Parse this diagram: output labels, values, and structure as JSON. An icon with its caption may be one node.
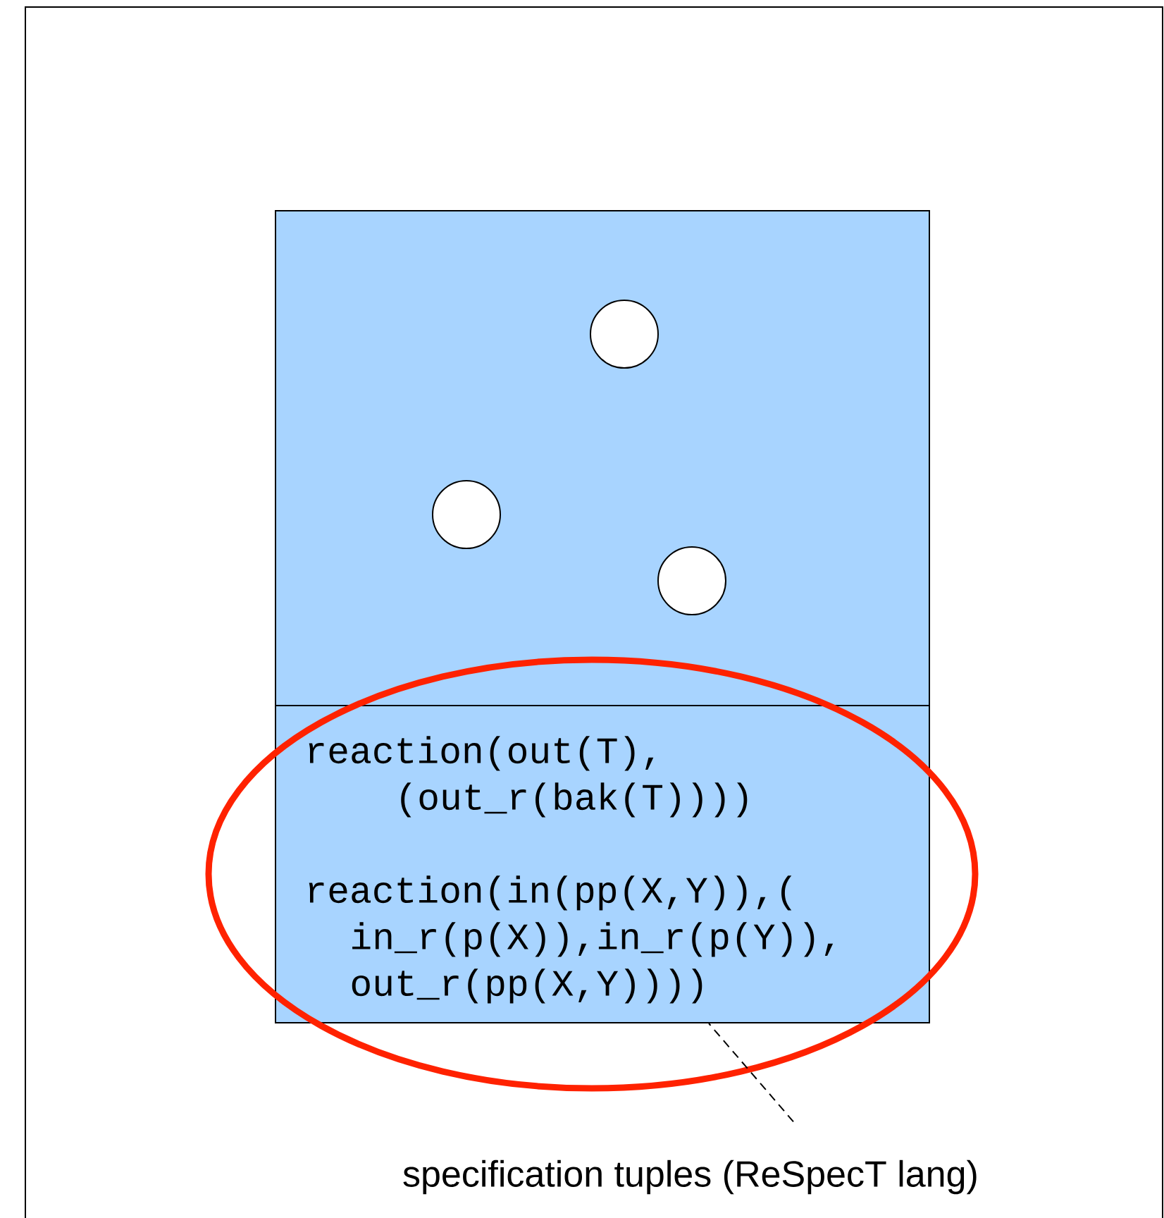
{
  "diagram": {
    "nodes": [
      {
        "text": [],
        "shape": "box"
      },
      {
        "text": [],
        "shape": "circle",
        "in": 0
      },
      {
        "text": [],
        "shape": "circle",
        "in": 0
      },
      {
        "text": [],
        "shape": "circle",
        "in": 0
      },
      {
        "text": [
          "reaction(out(T),",
          "(out_r(bak(T))))",
          "reaction(in(pp(X,Y)),(",
          "in_r(p(X)),in_r(p(Y)),",
          "out_r(pp(X,Y))))"
        ]
      },
      {
        "text": [
          "specification tuples (ReSpecT lang)"
        ]
      }
    ],
    "edges": [
      {
        "from": 5,
        "to": 4,
        "arrow": "none",
        "style": "dashed"
      }
    ]
  }
}
